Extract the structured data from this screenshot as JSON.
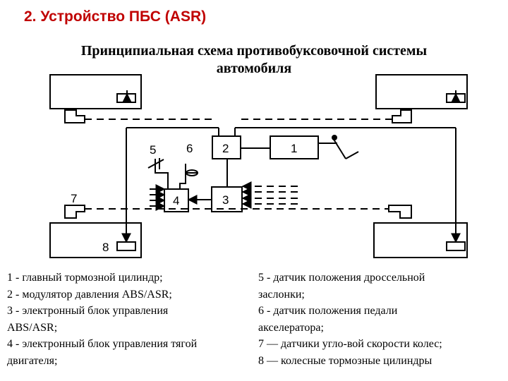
{
  "header": {
    "title": "2. Устройство ПБС (ASR)"
  },
  "diagram": {
    "title_line1": "Принципиальная схема противобуксовочной системы",
    "title_line2": "автомобиля",
    "labels": {
      "n1": "1",
      "n2": "2",
      "n3": "3",
      "n4": "4",
      "n5": "5",
      "n6": "6",
      "n7": "7",
      "n8": "8"
    }
  },
  "legend": {
    "left": [
      "1 - главный тормозной цилиндр;",
      "2 - модулятор давления ABS/ASR;",
      "3 - электронный блок управления",
      "ABS/ASR;",
      "4 - электронный блок управления тягой",
      "двигателя;"
    ],
    "right": [
      "5 - датчик положения дроссельной",
      "заслонки;",
      "6 - датчик положения педали",
      "акселератора;",
      "7 — датчики угло-вой скорости колес;",
      "8 — колесные тормозные цилиндры"
    ]
  }
}
